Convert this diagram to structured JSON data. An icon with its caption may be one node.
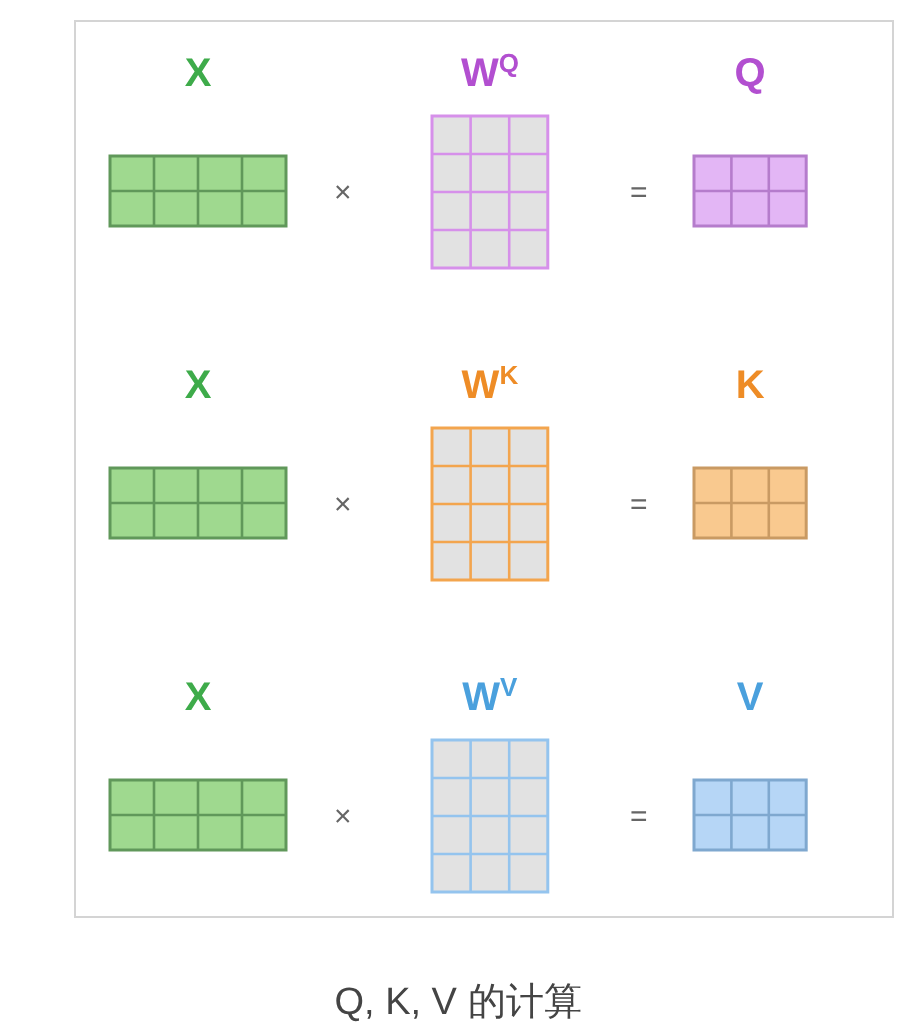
{
  "diagram": {
    "caption": "Q, K, V 的计算",
    "nodes": [
      {
        "text": [
          "X"
        ]
      },
      {
        "text": [
          "W$^{Q}$"
        ]
      },
      {
        "text": [
          "Q"
        ]
      },
      {
        "text": [
          "X"
        ]
      },
      {
        "text": [
          "W$^{K}$"
        ]
      },
      {
        "text": [
          "K"
        ]
      },
      {
        "text": [
          "X"
        ]
      },
      {
        "text": [
          "W$^{V}$"
        ]
      },
      {
        "text": [
          "V"
        ]
      }
    ],
    "labels": [
      "×",
      "=",
      "×",
      "=",
      "×",
      "="
    ]
  }
}
